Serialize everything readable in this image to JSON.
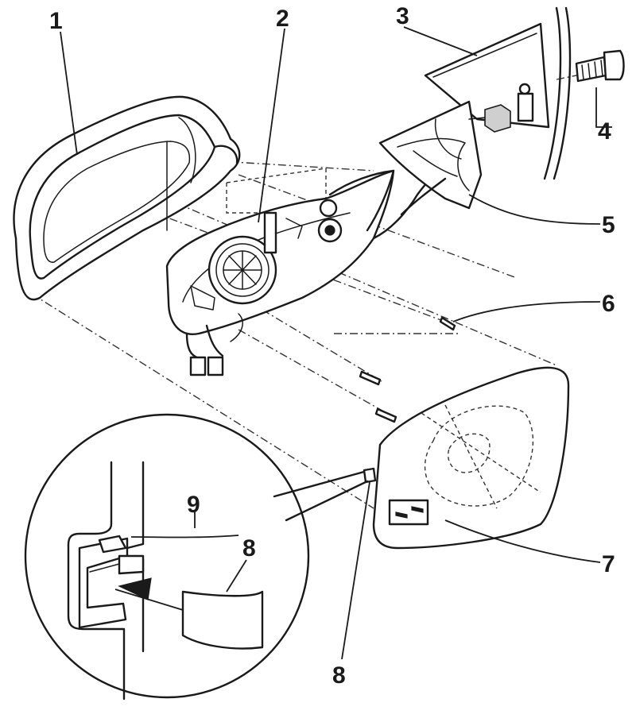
{
  "diagram": {
    "callouts": [
      {
        "id": "1",
        "text": "1"
      },
      {
        "id": "2",
        "text": "2"
      },
      {
        "id": "3",
        "text": "3"
      },
      {
        "id": "4",
        "text": "4"
      },
      {
        "id": "5",
        "text": "5"
      },
      {
        "id": "6",
        "text": "6"
      },
      {
        "id": "7",
        "text": "7"
      },
      {
        "id": "8a",
        "text": "8"
      },
      {
        "id": "8b",
        "text": "8"
      },
      {
        "id": "9",
        "text": "9"
      }
    ],
    "parts": [
      "mirror-housing",
      "adjustment-motor-base-plate",
      "door-panel",
      "mounting-bolt",
      "mirror-mounting-bracket",
      "screw",
      "mirror-glass",
      "retaining-clip",
      "clip-tab"
    ]
  }
}
